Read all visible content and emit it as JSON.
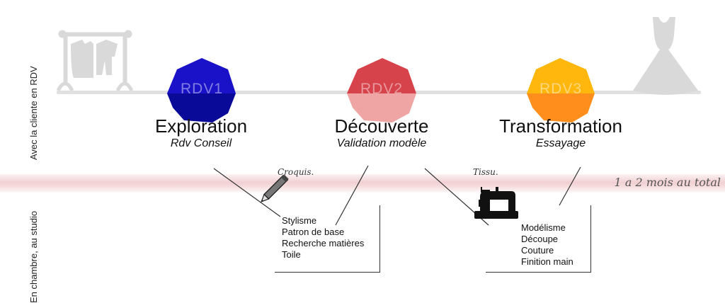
{
  "side_labels": {
    "top": "Avec la cliente en RDV",
    "bottom": "En chambre, au studio"
  },
  "colors": {
    "rdv1": "#1a12c8",
    "rdv2": "#d6434b",
    "rdv3": "#ff9f1a",
    "timeline": "#e0e0e0",
    "band": "#e8a0a6"
  },
  "icons": {
    "start": "clothes-rack-icon",
    "end": "dress-icon",
    "pencil": "pencil-icon",
    "machine": "sewing-machine-icon"
  },
  "stages": [
    {
      "badge": "RDV1",
      "title": "Exploration",
      "subtitle": "Rdv Conseil"
    },
    {
      "badge": "RDV2",
      "title": "Découverte",
      "subtitle": "Validation modèle"
    },
    {
      "badge": "RDV3",
      "title": "Transformation",
      "subtitle": "Essayage"
    }
  ],
  "band_note": "1 a 2 mois au total",
  "hand_notes": {
    "croquis": "Croquis.",
    "tissu": "Tissu."
  },
  "studio_boxes": [
    {
      "items": [
        "Stylisme",
        "Patron de base",
        "Recherche matières",
        "Toile"
      ]
    },
    {
      "items": [
        "Modélisme",
        "Découpe",
        "Couture",
        "Finition main"
      ]
    }
  ]
}
